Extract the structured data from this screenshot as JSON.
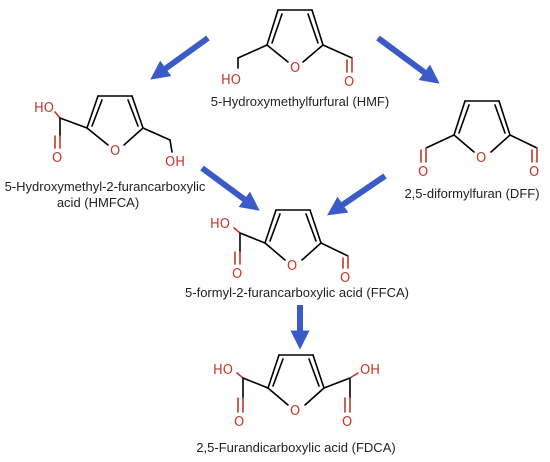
{
  "compounds": {
    "hmf": {
      "atoms": {
        "o_ring": "O",
        "oh": "HO",
        "o_ald": "O"
      },
      "name": "5-Hydroxymethylfurfural (HMF)"
    },
    "hmfca": {
      "atoms": {
        "o_ring": "O",
        "oh_acid": "HO",
        "o_acid": "O",
        "oh": "OH"
      },
      "name_line1": "5-Hydroxymethyl-2-furancarboxylic",
      "name_line2": "acid (HMFCA)"
    },
    "dff": {
      "atoms": {
        "o_ring": "O",
        "o_left": "O",
        "o_right": "O"
      },
      "name": "2,5-diformylfuran (DFF)"
    },
    "ffca": {
      "atoms": {
        "o_ring": "O",
        "oh_acid": "HO",
        "o_acid": "O",
        "o_ald": "O"
      },
      "name": "5-formyl-2-furancarboxylic acid (FFCA)"
    },
    "fdca": {
      "atoms": {
        "o_ring": "O",
        "oh_left": "HO",
        "oh_right": "OH",
        "o_left": "O",
        "o_right": "O"
      },
      "name": "2,5-Furandicarboxylic acid (FDCA)"
    }
  },
  "colors": {
    "arrow": "#3a5bc7",
    "heteroatom": "#c0392b",
    "bond": "#000000"
  }
}
